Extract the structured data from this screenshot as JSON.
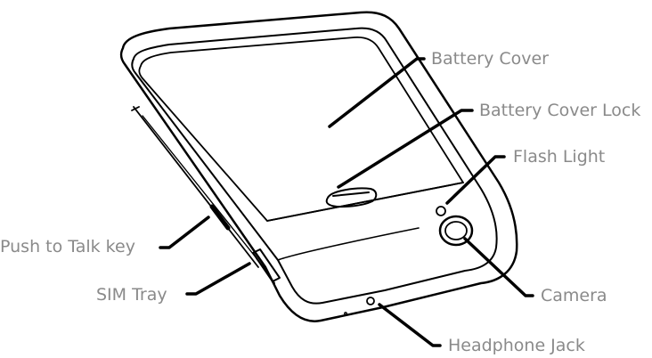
{
  "diagram": {
    "labels": {
      "battery_cover": "Battery Cover",
      "battery_cover_lock": "Battery Cover Lock",
      "flash_light": "Flash Light",
      "push_to_talk_key": "Push to Talk key",
      "camera": "Camera",
      "sim_tray": "SIM Tray",
      "headphone_jack": "Headphone Jack"
    },
    "colors": {
      "outline": "#000000",
      "label_text": "#8a8a8a",
      "background": "#ffffff"
    }
  }
}
